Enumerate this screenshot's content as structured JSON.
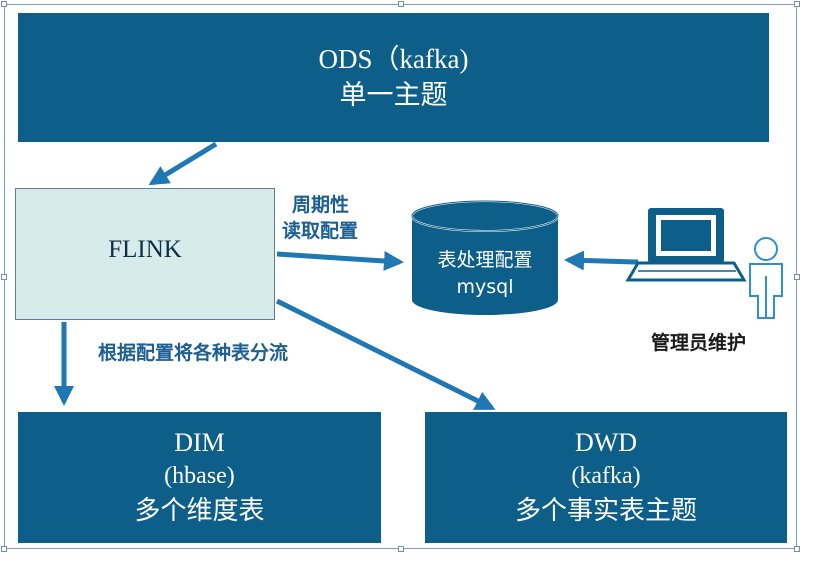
{
  "ods": {
    "title": "ODS（kafka)",
    "subtitle": "单一主题"
  },
  "flink": {
    "label": "FLINK"
  },
  "periodic": {
    "line1": "周期性",
    "line2": "读取配置"
  },
  "mysql": {
    "line1": "表处理配置",
    "line2": "mysql"
  },
  "admin": {
    "label": "管理员维护"
  },
  "split": {
    "label": "根据配置将各种表分流"
  },
  "dim": {
    "title": "DIM",
    "subtitle": "(hbase)",
    "caption": "多个维度表"
  },
  "dwd": {
    "title": "DWD",
    "subtitle": "(kafka)",
    "caption": "多个事实表主题"
  },
  "colors": {
    "box": "#0d5f8a",
    "flink_fill": "#d7ecea",
    "arrow": "#1f77b4",
    "label": "#1d5f93"
  },
  "icons": [
    "laptop-icon",
    "person-icon",
    "database-cylinder-icon"
  ]
}
